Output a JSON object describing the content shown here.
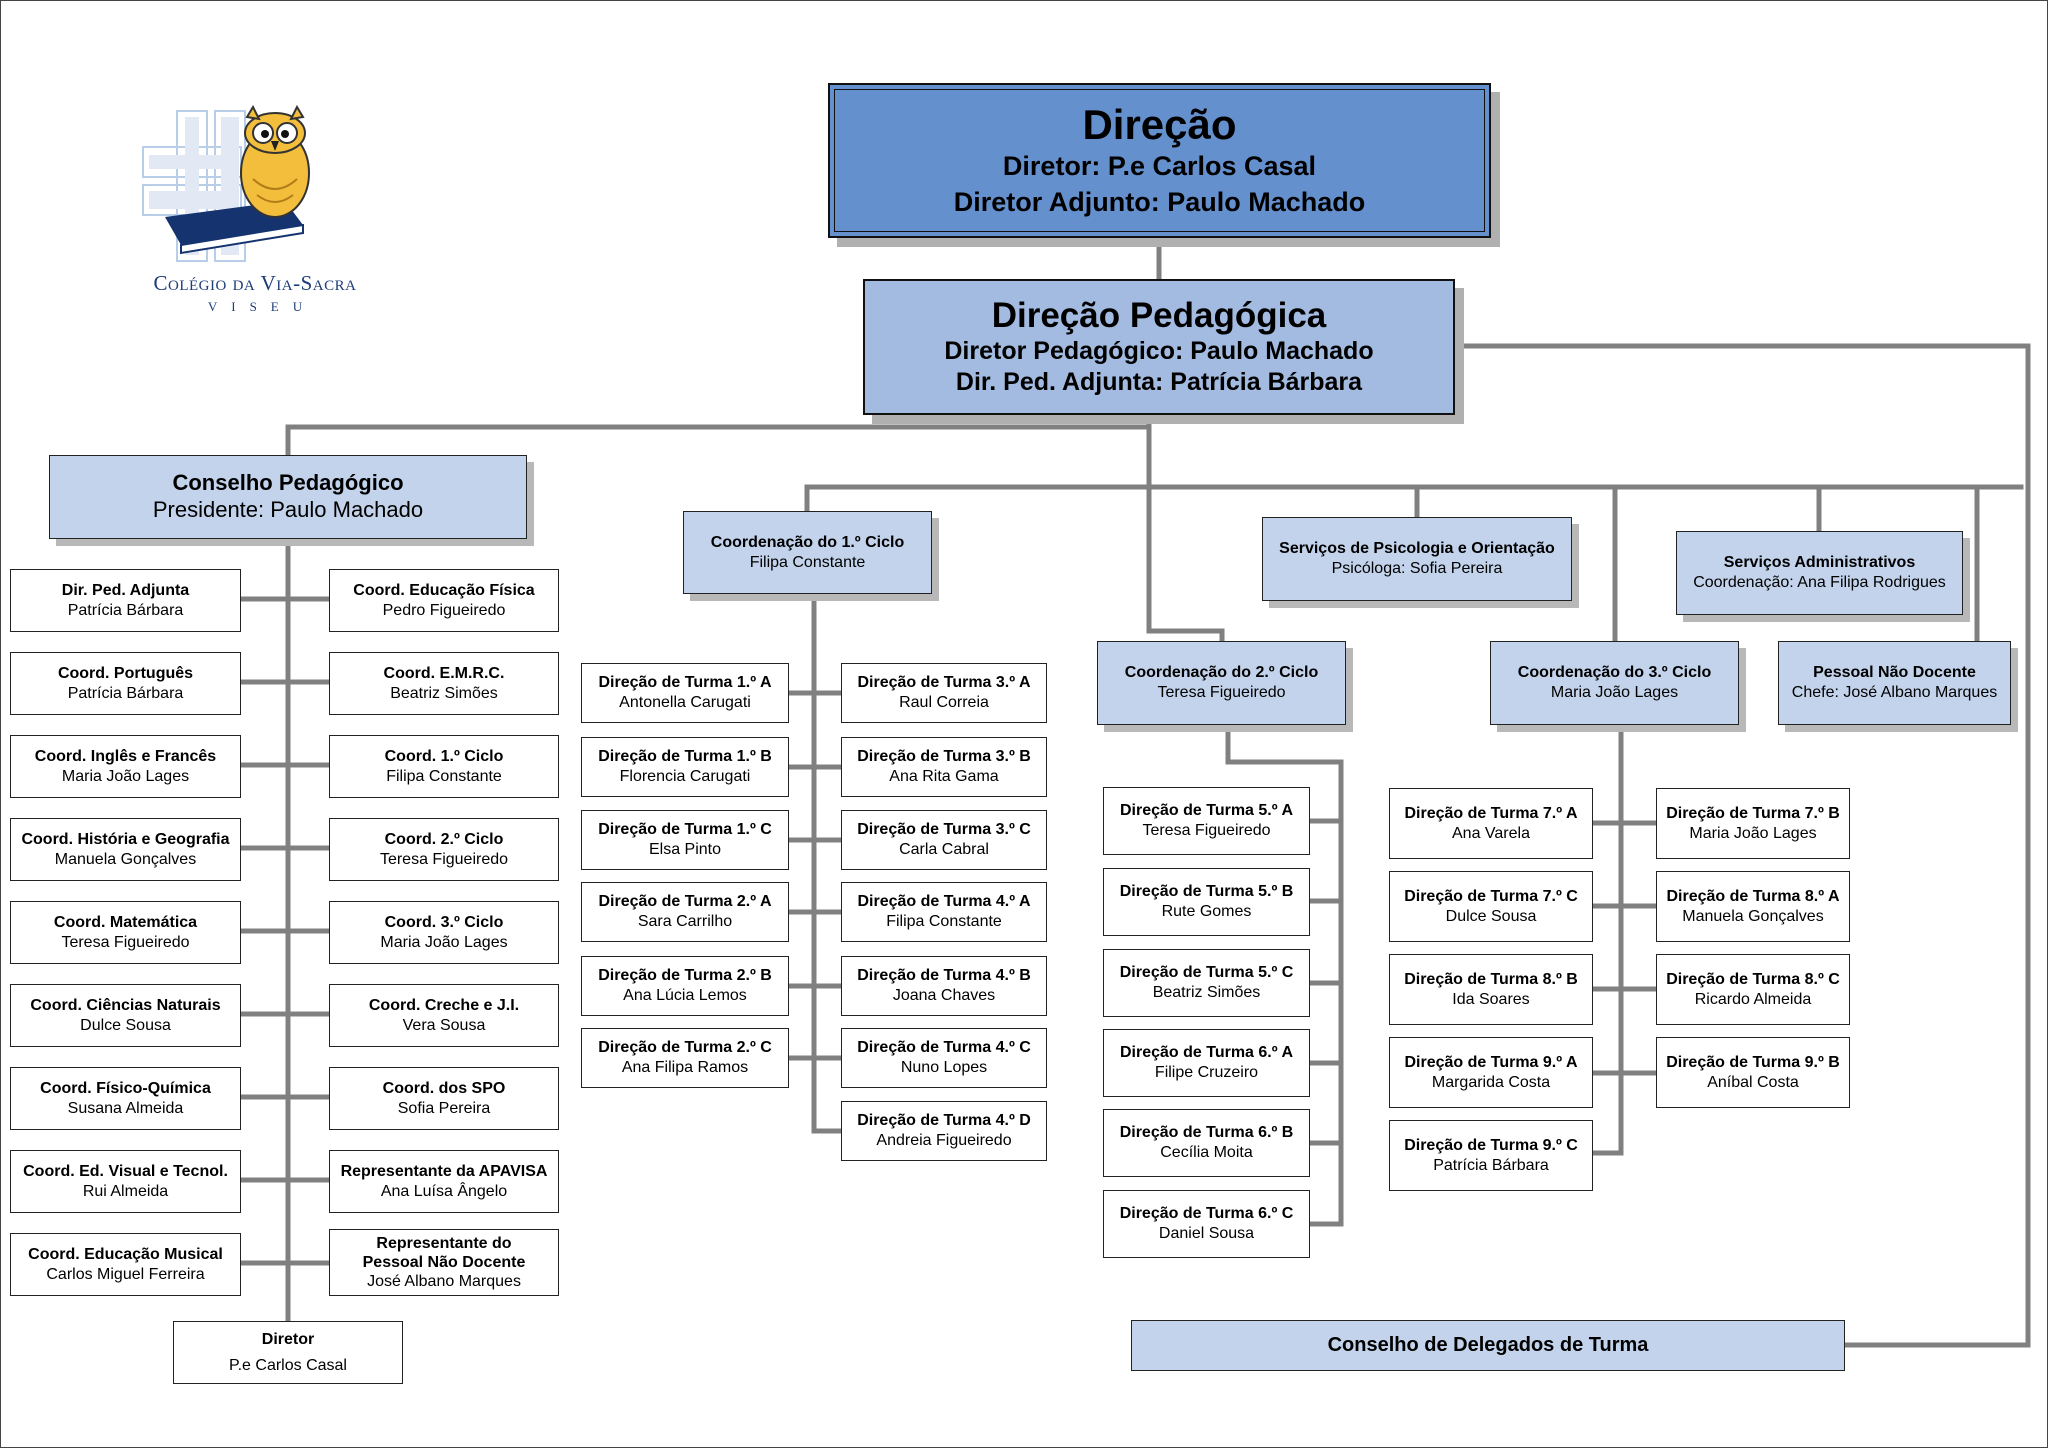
{
  "logo": {
    "name": "Colégio da Via-Sacra",
    "city": "VISEU"
  },
  "direcao": {
    "title": "Direção",
    "line1": "Diretor: P.e Carlos Casal",
    "line2": "Diretor Adjunto: Paulo Machado"
  },
  "direcao_pedagogica": {
    "title": "Direção Pedagógica",
    "line1": "Diretor Pedagógico: Paulo Machado",
    "line2": "Dir. Ped. Adjunta: Patrícia Bárbara"
  },
  "conselho_pedagogico": {
    "title": "Conselho Pedagógico",
    "subtitle": "Presidente: Paulo Machado",
    "left": [
      {
        "role": "Dir. Ped. Adjunta",
        "name": "Patrícia Bárbara"
      },
      {
        "role": "Coord. Português",
        "name": "Patrícia Bárbara"
      },
      {
        "role": "Coord. Inglês e Francês",
        "name": "Maria João Lages"
      },
      {
        "role": "Coord. História e Geografia",
        "name": "Manuela Gonçalves"
      },
      {
        "role": "Coord. Matemática",
        "name": "Teresa Figueiredo"
      },
      {
        "role": "Coord. Ciências Naturais",
        "name": "Dulce Sousa"
      },
      {
        "role": "Coord. Físico-Química",
        "name": "Susana Almeida"
      },
      {
        "role": "Coord. Ed. Visual e Tecnol.",
        "name": "Rui Almeida"
      },
      {
        "role": "Coord. Educação Musical",
        "name": "Carlos Miguel Ferreira"
      }
    ],
    "right": [
      {
        "role": "Coord. Educação Física",
        "name": "Pedro Figueiredo"
      },
      {
        "role": "Coord. E.M.R.C.",
        "name": "Beatriz Simões"
      },
      {
        "role": "Coord. 1.º Ciclo",
        "name": "Filipa Constante"
      },
      {
        "role": "Coord. 2.º Ciclo",
        "name": "Teresa Figueiredo"
      },
      {
        "role": "Coord. 3.º Ciclo",
        "name": "Maria João Lages"
      },
      {
        "role": "Coord. Creche e J.I.",
        "name": "Vera Sousa"
      },
      {
        "role": "Coord. dos SPO",
        "name": "Sofia Pereira"
      },
      {
        "role": "Representante da APAVISA",
        "name": "Ana Luísa Ângelo"
      },
      {
        "role": "Representante do Pessoal Não Docente",
        "name": "José Albano Marques"
      }
    ],
    "diretor": {
      "role": "Diretor",
      "name": "P.e Carlos Casal"
    }
  },
  "ciclo1": {
    "title": "Coordenação do 1.º Ciclo",
    "name": "Filipa Constante",
    "left": [
      {
        "role": "Direção de Turma 1.º A",
        "name": "Antonella Carugati"
      },
      {
        "role": "Direção de Turma 1.º B",
        "name": "Florencia Carugati"
      },
      {
        "role": "Direção de Turma 1.º C",
        "name": "Elsa Pinto"
      },
      {
        "role": "Direção de Turma 2.º A",
        "name": "Sara Carrilho"
      },
      {
        "role": "Direção de Turma 2.º B",
        "name": "Ana Lúcia Lemos"
      },
      {
        "role": "Direção de Turma 2.º C",
        "name": "Ana Filipa Ramos"
      }
    ],
    "right": [
      {
        "role": "Direção de Turma 3.º A",
        "name": "Raul Correia"
      },
      {
        "role": "Direção de Turma 3.º B",
        "name": "Ana Rita Gama"
      },
      {
        "role": "Direção de Turma 3.º C",
        "name": "Carla Cabral"
      },
      {
        "role": "Direção de Turma 4.º A",
        "name": "Filipa Constante"
      },
      {
        "role": "Direção de Turma 4.º B",
        "name": "Joana Chaves"
      },
      {
        "role": "Direção de Turma 4.º C",
        "name": "Nuno Lopes"
      },
      {
        "role": "Direção de Turma 4.º D",
        "name": "Andreia Figueiredo"
      }
    ]
  },
  "ciclo2": {
    "title": "Coordenação do 2.º Ciclo",
    "name": "Teresa Figueiredo",
    "turmas": [
      {
        "role": "Direção de Turma 5.º A",
        "name": "Teresa Figueiredo"
      },
      {
        "role": "Direção de Turma 5.º B",
        "name": "Rute Gomes"
      },
      {
        "role": "Direção de Turma 5.º C",
        "name": "Beatriz Simões"
      },
      {
        "role": "Direção de Turma 6.º A",
        "name": "Filipe Cruzeiro"
      },
      {
        "role": "Direção de Turma 6.º B",
        "name": "Cecília Moita"
      },
      {
        "role": "Direção de Turma 6.º C",
        "name": "Daniel Sousa"
      }
    ]
  },
  "ciclo3": {
    "title": "Coordenação do 3.º Ciclo",
    "name": "Maria João Lages",
    "left": [
      {
        "role": "Direção de Turma 7.º A",
        "name": "Ana Varela"
      },
      {
        "role": "Direção de Turma 7.º C",
        "name": "Dulce Sousa"
      },
      {
        "role": "Direção de Turma 8.º B",
        "name": "Ida Soares"
      },
      {
        "role": "Direção de Turma 9.º A",
        "name": "Margarida Costa"
      },
      {
        "role": "Direção de Turma 9.º C",
        "name": "Patrícia Bárbara"
      }
    ],
    "right": [
      {
        "role": "Direção de Turma 7.º B",
        "name": "Maria João Lages"
      },
      {
        "role": "Direção de Turma 8.º A",
        "name": "Manuela Gonçalves"
      },
      {
        "role": "Direção de Turma 8.º C",
        "name": "Ricardo Almeida"
      },
      {
        "role": "Direção de Turma 9.º B",
        "name": "Aníbal Costa"
      }
    ]
  },
  "spo": {
    "title": "Serviços de Psicologia e Orientação",
    "name": "Psicóloga: Sofia Pereira"
  },
  "administrativos": {
    "title": "Serviços Administrativos",
    "name": "Coordenação: Ana Filipa Rodrigues"
  },
  "nao_docente": {
    "title": "Pessoal Não Docente",
    "name": "Chefe: José Albano Marques"
  },
  "delegados": {
    "title": "Conselho de Delegados de Turma"
  },
  "colors": {
    "header": "#6590ce",
    "subheader": "#a3bbe0",
    "box": "#c2d3eb",
    "line": "#808080"
  }
}
